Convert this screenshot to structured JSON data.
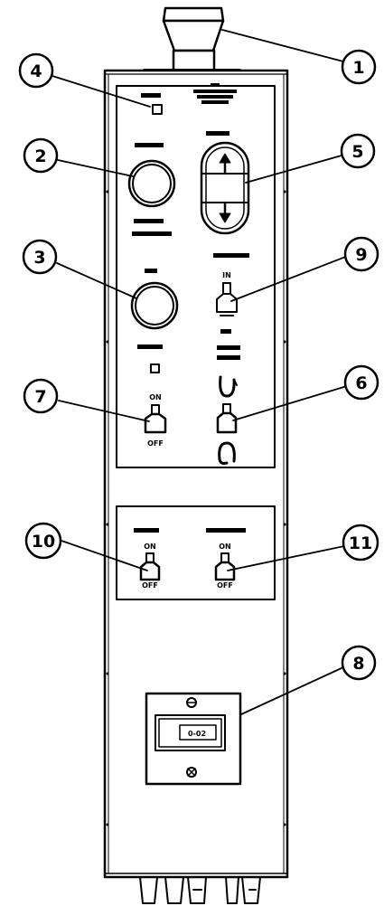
{
  "callouts": {
    "c1": "1",
    "c2": "2",
    "c3": "3",
    "c4": "4",
    "c5": "5",
    "c6": "6",
    "c7": "7",
    "c8": "8",
    "c9": "9",
    "c10": "10",
    "c11": "11"
  },
  "labels": {
    "switch_on_lower_left": "ON",
    "switch_off_lower_left": "OFF",
    "switch_in": "IN",
    "switch_on_10": "ON",
    "switch_off_10": "OFF",
    "switch_on_11": "ON",
    "switch_off_11": "OFF"
  },
  "counter": {
    "value": "0-02"
  }
}
